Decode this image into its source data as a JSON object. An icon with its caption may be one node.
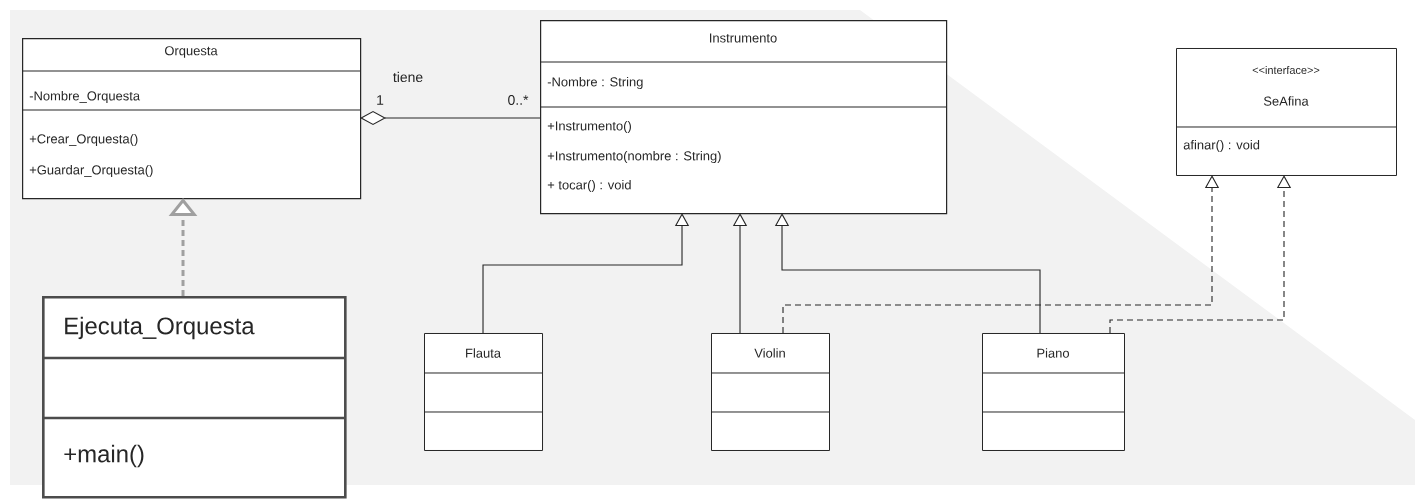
{
  "diagram": {
    "nodes": [
      {
        "text": [
          "Orquesta",
          "-Nombre_Orquesta",
          "+Crear_Orquesta()",
          "+Guardar_Orquesta()"
        ]
      },
      {
        "text": [
          "Instrumento",
          "-Nombre : String",
          "+Instrumento()",
          "+Instrumento(nombre : String)",
          "+ tocar() : void"
        ]
      },
      {
        "text": [
          "<<interface>>",
          "SeAfina",
          "afinar() : void"
        ]
      },
      {
        "text": [
          "Ejecuta_Orquesta",
          "+main()"
        ]
      },
      {
        "text": [
          "Flauta"
        ]
      },
      {
        "text": [
          "Violin"
        ]
      },
      {
        "text": [
          "Piano"
        ]
      }
    ],
    "edges": [
      {
        "from": 0,
        "to": 1,
        "arrow": "other",
        "label": "tiene"
      },
      {
        "from": 3,
        "to": 0,
        "arrow": "to",
        "style": "dashed",
        "color": "#a0a0a0"
      },
      {
        "from": 4,
        "to": 1,
        "arrow": "to"
      },
      {
        "from": 5,
        "to": 1,
        "arrow": "to"
      },
      {
        "from": 6,
        "to": 1,
        "arrow": "to"
      },
      {
        "from": 5,
        "to": 2,
        "arrow": "to",
        "style": "dashed"
      },
      {
        "from": 6,
        "to": 2,
        "arrow": "to",
        "style": "dashed"
      }
    ],
    "labels": [
      "1",
      "0..*"
    ]
  }
}
